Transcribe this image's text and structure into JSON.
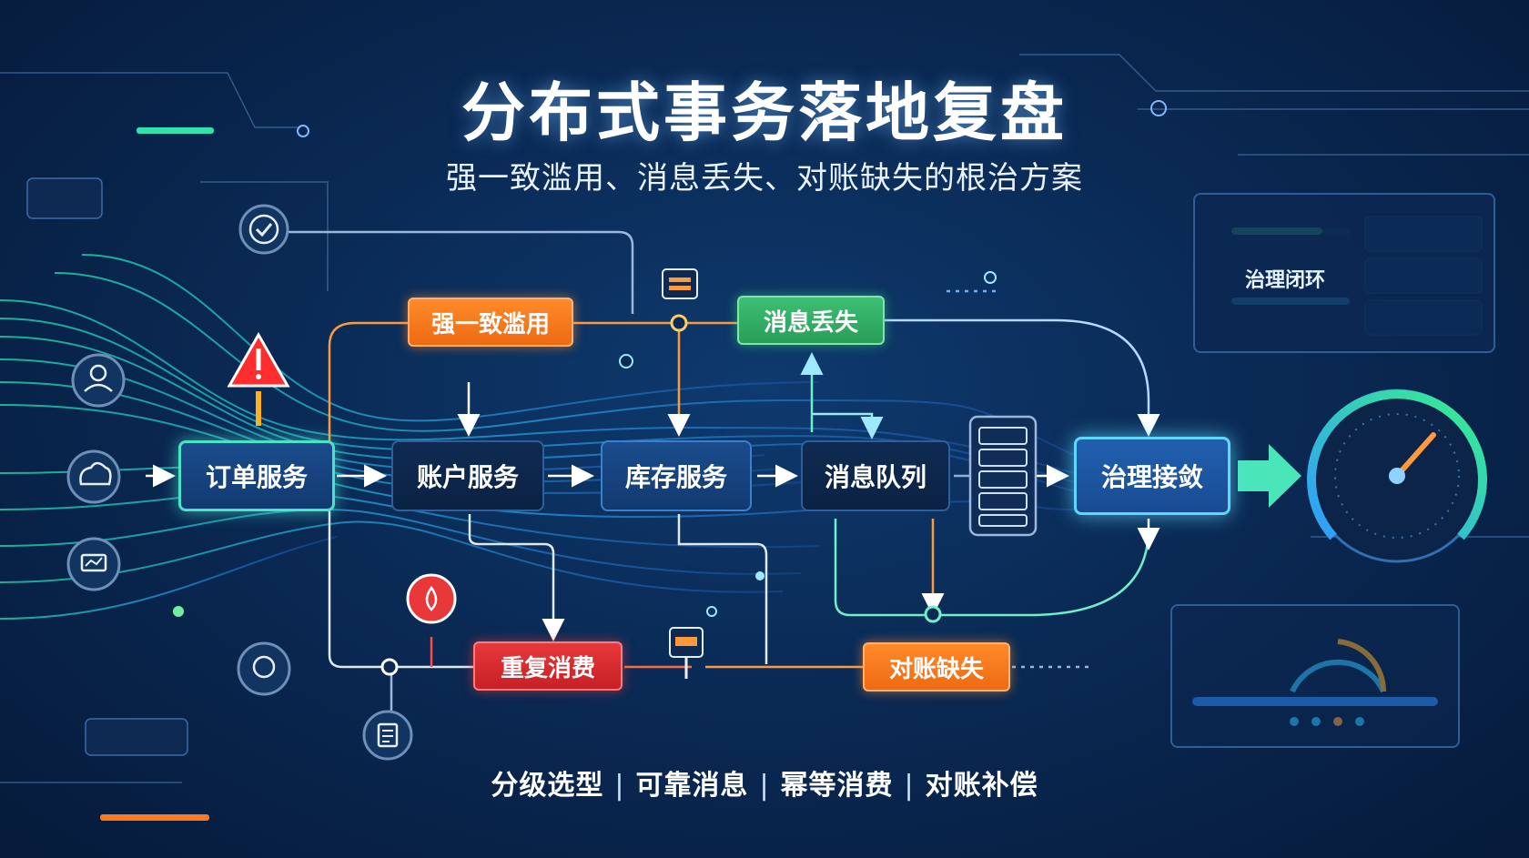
{
  "title": "分布式事务落地复盘",
  "subtitle": "强一致滥用、消息丢失、对账缺失的根治方案",
  "services": {
    "order": "订单服务",
    "account": "账户服务",
    "inventory": "库存服务",
    "mq": "消息队列",
    "governance": "治理接敛"
  },
  "issues": {
    "strong_consistency": "强一致滥用",
    "message_loss": "消息丢失",
    "duplicate": "重复消费",
    "reconciliation": "对账缺失"
  },
  "panel": {
    "closed_loop": "治理闭环"
  },
  "keywords": [
    "分级选型",
    "可靠消息",
    "幂等消费",
    "对账补偿"
  ],
  "colors": {
    "orange": "#ff8a2a",
    "green": "#3cbf72",
    "red": "#e8383a",
    "cyan": "#49e3c8",
    "blue": "#1b4c8d"
  },
  "icons": [
    "check-circle-icon",
    "user-icon",
    "cloud-user-icon",
    "monitor-icon",
    "pin-icon",
    "document-icon",
    "warning-icon",
    "alert-icon",
    "server-stack-icon",
    "gauge-icon",
    "arrow-right-icon"
  ]
}
